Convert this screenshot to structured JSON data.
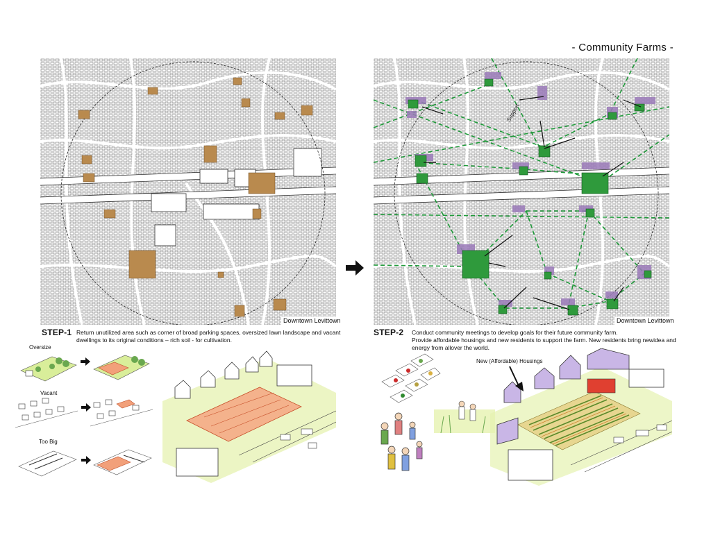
{
  "title": "- Community Farms -",
  "left_map": {
    "caption": "Downtown Levittown"
  },
  "right_map": {
    "caption": "Downtown Levittown",
    "support_label": "Support"
  },
  "step1": {
    "label": "STEP-1",
    "text_line1": "Return unutilized area such as corner of broad parking spaces, oversized lawn landscape and vacant",
    "text_line2": "dwellings to its original conditions – rich soil - for cultivation."
  },
  "step2": {
    "label": "STEP-2",
    "text_line1": "Conduct community meetings to develop goals for their future community farm.",
    "text_line2": "Provide affordable housings and new residents to support the farm. New residents bring newidea and",
    "text_line3": "energy from allover the world."
  },
  "sketches_left": {
    "oversize": "Oversize",
    "vacant": "Vacant",
    "too_big": "Too Big"
  },
  "sketches_right": {
    "new_housings": "New (Affordable) Housings"
  },
  "colors": {
    "soil": "#b98a4e",
    "farm_green": "#2f9a3c",
    "dash_green": "#1f9a3a",
    "housing_purple": "#9a7ab8"
  }
}
